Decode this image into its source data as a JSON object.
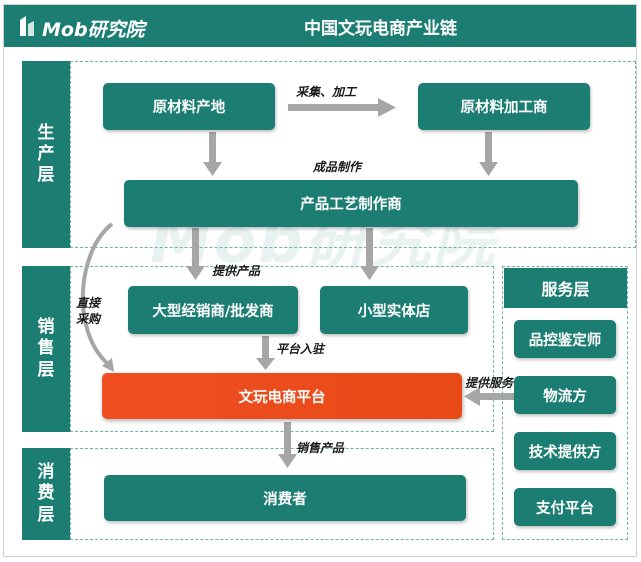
{
  "header": {
    "logo_text": "Mob研究院",
    "title": "中国文玩电商产业链"
  },
  "layers": {
    "production": "生产层",
    "sales": "销售层",
    "consumption": "消费层"
  },
  "nodes": {
    "raw_material_origin": "原材料产地",
    "raw_material_processor": "原材料加工商",
    "craft_maker": "产品工艺制作商",
    "wholesaler": "大型经销商/批发商",
    "small_store": "小型实体店",
    "ecommerce_platform": "文玩电商平台",
    "consumer": "消费者"
  },
  "service_layer": {
    "title": "服务层",
    "items": [
      "品控鉴定师",
      "物流方",
      "技术提供方",
      "支付平台"
    ]
  },
  "edge_labels": {
    "collect_process": "采集、加工",
    "finished_goods": "成品制作",
    "provide_products": "提供产品",
    "direct_purchase": "直接\n采购",
    "platform_entry": "平台入驻",
    "provide_services": "提供服务",
    "sell_products": "销售产品"
  },
  "colors": {
    "primary": "#1c7d72",
    "accent": "#f04e23",
    "arrow": "#a6a6a6"
  },
  "watermark": "Mob研究院"
}
